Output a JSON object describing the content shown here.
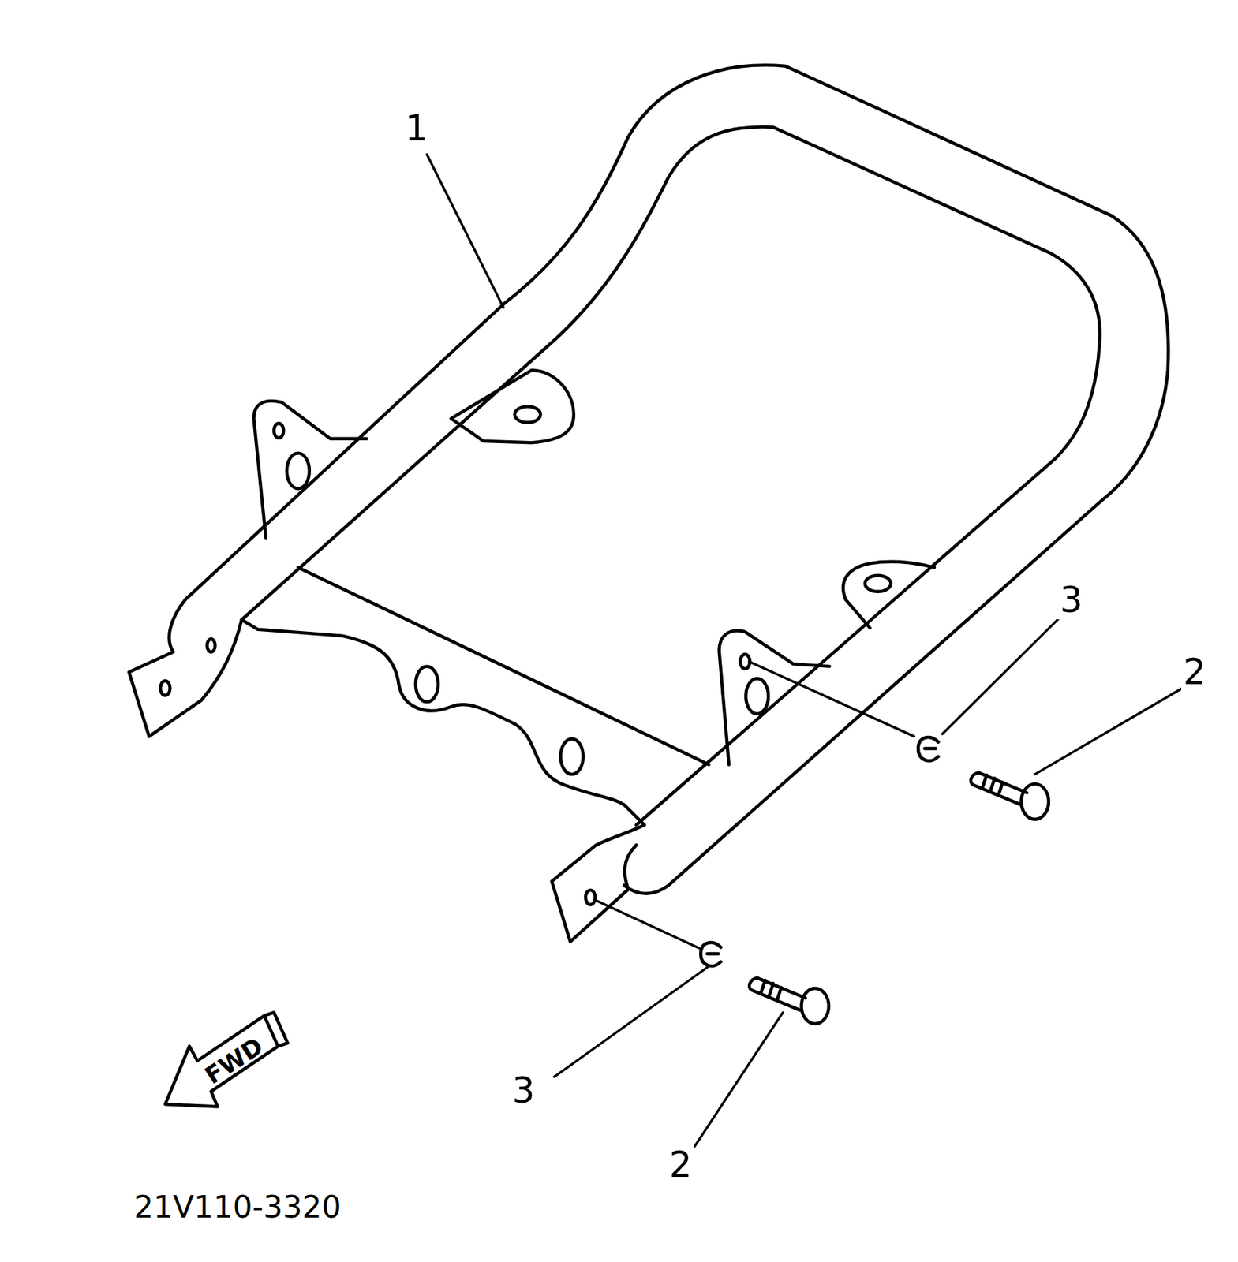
{
  "diagram": {
    "labels": [
      "1",
      "3",
      "2",
      "3",
      "2",
      "FWD",
      "21V110-3320"
    ]
  }
}
